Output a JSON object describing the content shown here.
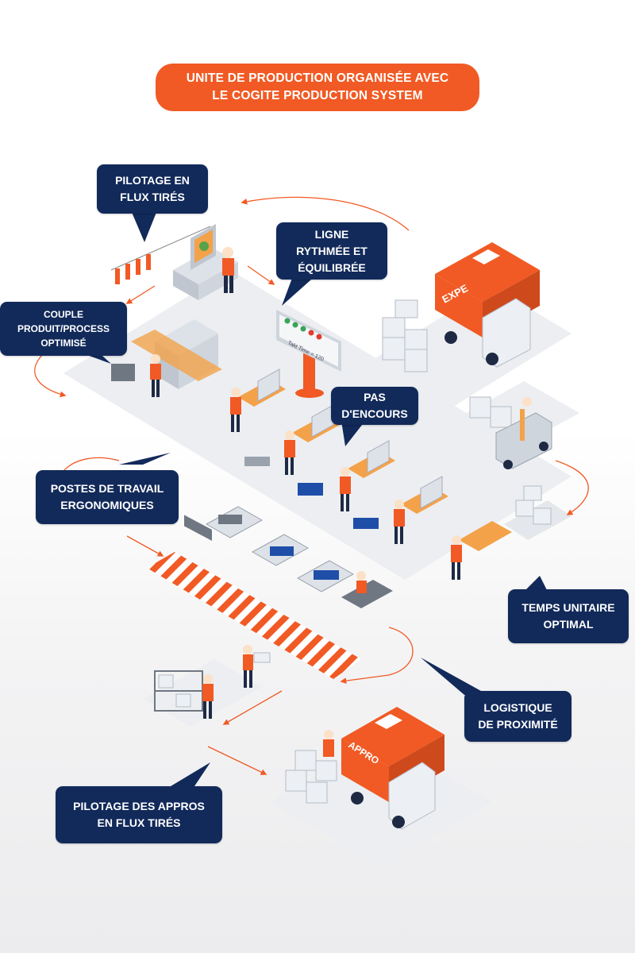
{
  "title": {
    "line1": "UNITE DE PRODUCTION ORGANISÉE AVEC",
    "line2": "LE COGITE PRODUCTION SYSTEM"
  },
  "colors": {
    "accent": "#f15a24",
    "navy": "#122a5a",
    "machine": "#cfd5dd",
    "desk": "#f3a24a",
    "box": "#eceff3",
    "blue_parts": "#1f4ea8"
  },
  "labels": {
    "pilotage_flux": [
      "PILOTAGE EN",
      "FLUX TIRÉS"
    ],
    "ligne": [
      "LIGNE",
      "RYTHMÉE ET",
      "ÉQUILIBRÉE"
    ],
    "couple": [
      "COUPLE",
      "PRODUIT/PROCESS",
      "OPTIMISÉ"
    ],
    "pas_encours": [
      "PAS",
      "D'ENCOURS"
    ],
    "postes": [
      "POSTES DE TRAVAIL",
      "ERGONOMIQUES"
    ],
    "temps": [
      "TEMPS UNITAIRE",
      "OPTIMAL"
    ],
    "logistique": [
      "LOGISTIQUE",
      "DE PROXIMITÉ"
    ],
    "appros": [
      "PILOTAGE DES APPROS",
      "EN FLUX TIRÉS"
    ]
  },
  "scene": {
    "truck_expe": "EXPE",
    "truck_appro": "APPRO",
    "display_text": "Takt Time = 120"
  }
}
